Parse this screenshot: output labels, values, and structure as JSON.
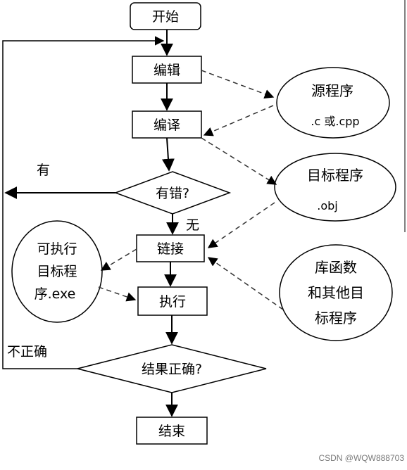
{
  "nodes": {
    "start": "开始",
    "edit": "编辑",
    "compile": "编译",
    "has_error": "有错?",
    "link": "链接",
    "run": "执行",
    "result_ok": "结果正确?",
    "end": "结束"
  },
  "files": {
    "source_line1": "源程序",
    "source_line2": ".c 或.cpp",
    "object_line1": "目标程序",
    "object_line2": ".obj",
    "exe_line1": "可执行",
    "exe_line2": "目标程",
    "exe_line3": "序.exe",
    "lib_line1": "库函数",
    "lib_line2": "和其他目",
    "lib_line3": "标程序"
  },
  "edges": {
    "yes": "有",
    "no": "无",
    "incorrect": "不正确"
  },
  "watermark": "CSDN @WQW888703",
  "colors": {
    "line": "#000000",
    "dashed": "#333333",
    "fill": "#ffffff"
  }
}
